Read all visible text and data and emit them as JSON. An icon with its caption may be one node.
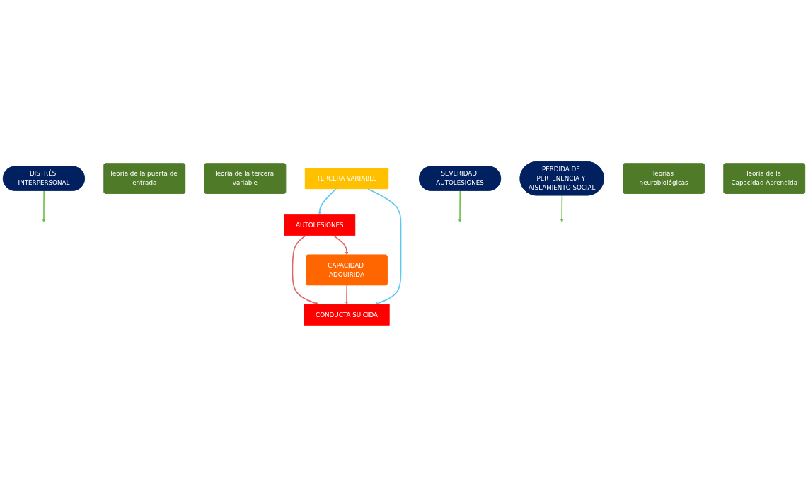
{
  "diagram": {
    "nodes": [
      {
        "text": [
          "TERCERA VARIABLE"
        ]
      },
      {
        "text": [
          "Teoría de la puerta de entrada"
        ]
      },
      {
        "text": [
          "Teoría de la tercera variable"
        ]
      },
      {
        "text": [
          "AUTOLESIONES"
        ]
      },
      {
        "text": [
          "CONDUCTA SUICIDA"
        ]
      },
      {
        "text": [
          "DISTRÉS INTERPERSONAL"
        ]
      },
      {
        "text": [
          "SEVERIDAD AUTOLESIONES"
        ]
      },
      {
        "text": [
          "PERDIDA DE PERTENENCIA Y AISLAMIENTO SOCIAL"
        ]
      },
      {
        "text": [
          "CAPACIDAD ADQUIRIDA"
        ]
      },
      {
        "text": [
          "Teorías neurobiológicas"
        ]
      },
      {
        "text": [
          "Teoría de la Capacidad Aprendida"
        ]
      }
    ],
    "edges": [
      {
        "from": 0,
        "to": 3,
        "arrow": "to",
        "color": "#5bc8f5"
      },
      {
        "from": 0,
        "to": 4,
        "arrow": "to",
        "color": "#5bc8f5"
      },
      {
        "from": 3,
        "to": 4,
        "arrow": "to",
        "color": "#e06666"
      },
      {
        "from": 5,
        "to": null,
        "arrow": "to",
        "color": "#6cc24a"
      },
      {
        "from": 3,
        "to": 8,
        "arrow": "to",
        "color": "#e06666"
      },
      {
        "from": 6,
        "to": null,
        "arrow": "to",
        "color": "#6cc24a"
      },
      {
        "from": 8,
        "to": 4,
        "arrow": "to",
        "color": "#e06666"
      },
      {
        "from": 7,
        "to": null,
        "arrow": "to",
        "color": "#6cc24a"
      }
    ]
  }
}
